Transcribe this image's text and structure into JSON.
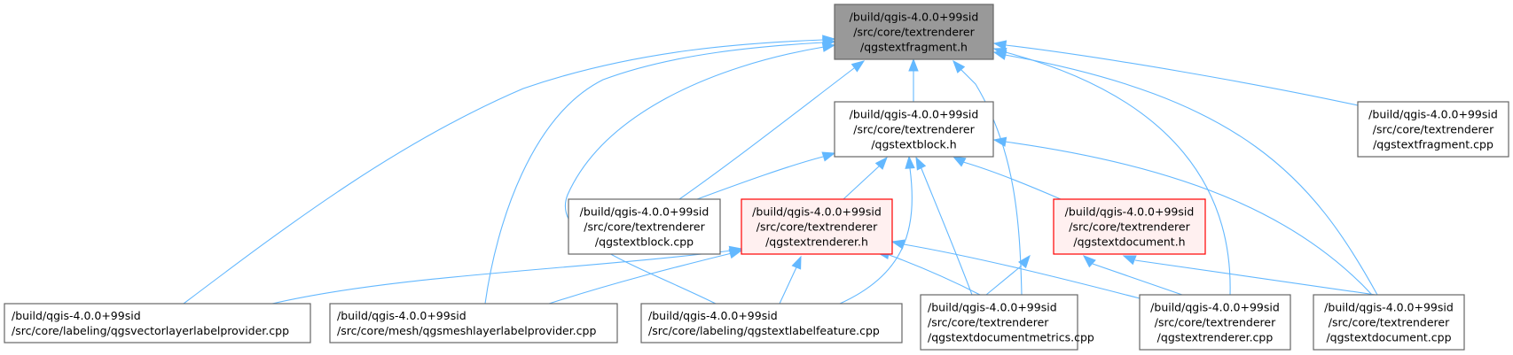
{
  "diagram": {
    "type": "include-dependency-graph",
    "colors": {
      "edge": "#63b8ff",
      "root_fill": "#999999",
      "root_stroke": "#666666",
      "normal_fill": "#ffffff",
      "normal_stroke": "#666666",
      "highlight_fill": "#fff0f0",
      "highlight_stroke": "#ff0000"
    },
    "nodes": [
      {
        "id": "qgstextfragment_h",
        "style": "root",
        "lines": [
          "/build/qgis-4.0.0+99sid",
          "/src/core/textrenderer",
          "/qgstextfragment.h"
        ]
      },
      {
        "id": "qgstextblock_h",
        "style": "normal",
        "lines": [
          "/build/qgis-4.0.0+99sid",
          "/src/core/textrenderer",
          "/qgstextblock.h"
        ]
      },
      {
        "id": "qgstextfragment_cpp",
        "style": "normal",
        "lines": [
          "/build/qgis-4.0.0+99sid",
          "/src/core/textrenderer",
          "/qgstextfragment.cpp"
        ]
      },
      {
        "id": "qgstextblock_cpp",
        "style": "normal",
        "lines": [
          "/build/qgis-4.0.0+99sid",
          "/src/core/textrenderer",
          "/qgstextblock.cpp"
        ]
      },
      {
        "id": "qgstextrenderer_h",
        "style": "highlight",
        "lines": [
          "/build/qgis-4.0.0+99sid",
          "/src/core/textrenderer",
          "/qgstextrenderer.h"
        ]
      },
      {
        "id": "qgstextdocument_h",
        "style": "highlight",
        "lines": [
          "/build/qgis-4.0.0+99sid",
          "/src/core/textrenderer",
          "/qgstextdocument.h"
        ]
      },
      {
        "id": "qgsvectorlayerlabelprovider_cpp",
        "style": "normal",
        "lines": [
          "/build/qgis-4.0.0+99sid",
          "/src/core/labeling/qgsvectorlayerlabelprovider.cpp"
        ]
      },
      {
        "id": "qgsmeshlayerlabelprovider_cpp",
        "style": "normal",
        "lines": [
          "/build/qgis-4.0.0+99sid",
          "/src/core/mesh/qgsmeshlayerlabelprovider.cpp"
        ]
      },
      {
        "id": "qgstextlabelfeature_cpp",
        "style": "normal",
        "lines": [
          "/build/qgis-4.0.0+99sid",
          "/src/core/labeling/qgstextlabelfeature.cpp"
        ]
      },
      {
        "id": "qgstextdocumentmetrics_cpp",
        "style": "normal",
        "lines": [
          "/build/qgis-4.0.0+99sid",
          "/src/core/textrenderer",
          "/qgstextdocumentmetrics.cpp"
        ]
      },
      {
        "id": "qgstextrenderer_cpp",
        "style": "normal",
        "lines": [
          "/build/qgis-4.0.0+99sid",
          "/src/core/textrenderer",
          "/qgstextrenderer.cpp"
        ]
      },
      {
        "id": "qgstextdocument_cpp",
        "style": "normal",
        "lines": [
          "/build/qgis-4.0.0+99sid",
          "/src/core/textrenderer",
          "/qgstextdocument.cpp"
        ]
      }
    ],
    "edges": [
      {
        "from": "qgstextblock_h",
        "to": "qgstextfragment_h"
      },
      {
        "from": "qgstextfragment_cpp",
        "to": "qgstextfragment_h"
      },
      {
        "from": "qgstextblock_cpp",
        "to": "qgstextfragment_h"
      },
      {
        "from": "qgsvectorlayerlabelprovider_cpp",
        "to": "qgstextfragment_h"
      },
      {
        "from": "qgsmeshlayerlabelprovider_cpp",
        "to": "qgstextfragment_h"
      },
      {
        "from": "qgstextlabelfeature_cpp",
        "to": "qgstextfragment_h"
      },
      {
        "from": "qgstextdocumentmetrics_cpp",
        "to": "qgstextfragment_h"
      },
      {
        "from": "qgstextrenderer_cpp",
        "to": "qgstextfragment_h"
      },
      {
        "from": "qgstextdocument_cpp",
        "to": "qgstextfragment_h"
      },
      {
        "from": "qgstextblock_cpp",
        "to": "qgstextblock_h"
      },
      {
        "from": "qgstextrenderer_h",
        "to": "qgstextblock_h"
      },
      {
        "from": "qgstextdocument_h",
        "to": "qgstextblock_h"
      },
      {
        "from": "qgstextlabelfeature_cpp",
        "to": "qgstextblock_h"
      },
      {
        "from": "qgstextdocumentmetrics_cpp",
        "to": "qgstextblock_h"
      },
      {
        "from": "qgstextdocument_cpp",
        "to": "qgstextblock_h"
      },
      {
        "from": "qgsvectorlayerlabelprovider_cpp",
        "to": "qgstextrenderer_h"
      },
      {
        "from": "qgsmeshlayerlabelprovider_cpp",
        "to": "qgstextrenderer_h"
      },
      {
        "from": "qgstextlabelfeature_cpp",
        "to": "qgstextrenderer_h"
      },
      {
        "from": "qgstextdocumentmetrics_cpp",
        "to": "qgstextrenderer_h"
      },
      {
        "from": "qgstextrenderer_cpp",
        "to": "qgstextrenderer_h"
      },
      {
        "from": "qgstextdocumentmetrics_cpp",
        "to": "qgstextdocument_h"
      },
      {
        "from": "qgstextrenderer_cpp",
        "to": "qgstextdocument_h"
      },
      {
        "from": "qgstextdocument_cpp",
        "to": "qgstextdocument_h"
      }
    ]
  }
}
